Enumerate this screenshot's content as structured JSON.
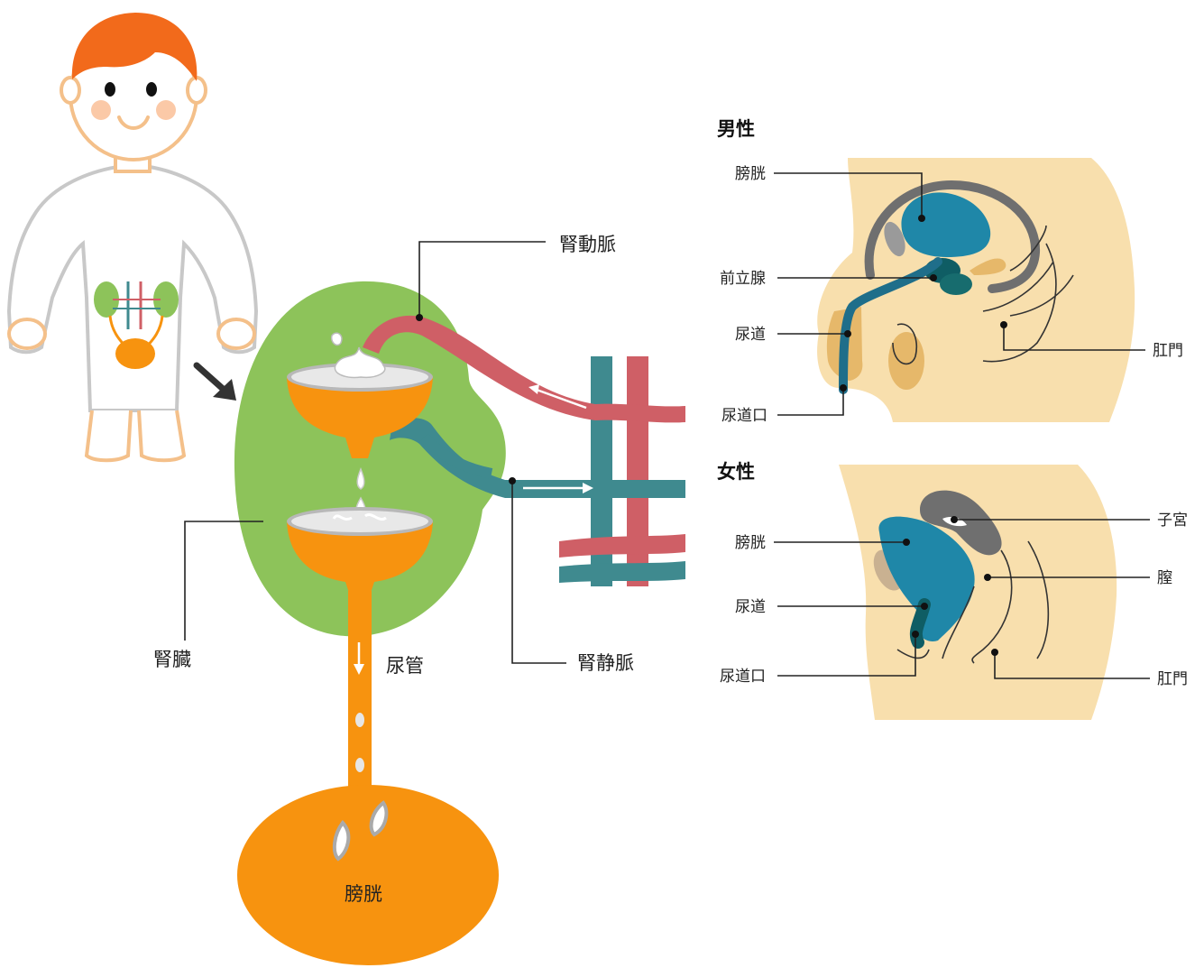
{
  "labels": {
    "renal_artery": "腎動脈",
    "renal_vein": "腎静脈",
    "kidney": "腎臓",
    "ureter": "尿管",
    "bladder": "膀胱"
  },
  "male": {
    "heading": "男性",
    "bladder": "膀胱",
    "prostate": "前立腺",
    "urethra": "尿道",
    "urethral_opening": "尿道口",
    "anus": "肛門"
  },
  "female": {
    "heading": "女性",
    "uterus": "子宮",
    "bladder": "膀胱",
    "vagina": "膣",
    "urethra": "尿道",
    "anus": "肛門",
    "urethral_opening": "尿道口"
  },
  "colors": {
    "kidney_green": "#8dc35a",
    "urine_orange": "#f7930f",
    "artery_red": "#cf5f66",
    "vein_teal": "#3f8a8f",
    "organ_blue": "#1f87a8",
    "skin": "#f8dfad",
    "skin_outline": "#f4c08a"
  }
}
